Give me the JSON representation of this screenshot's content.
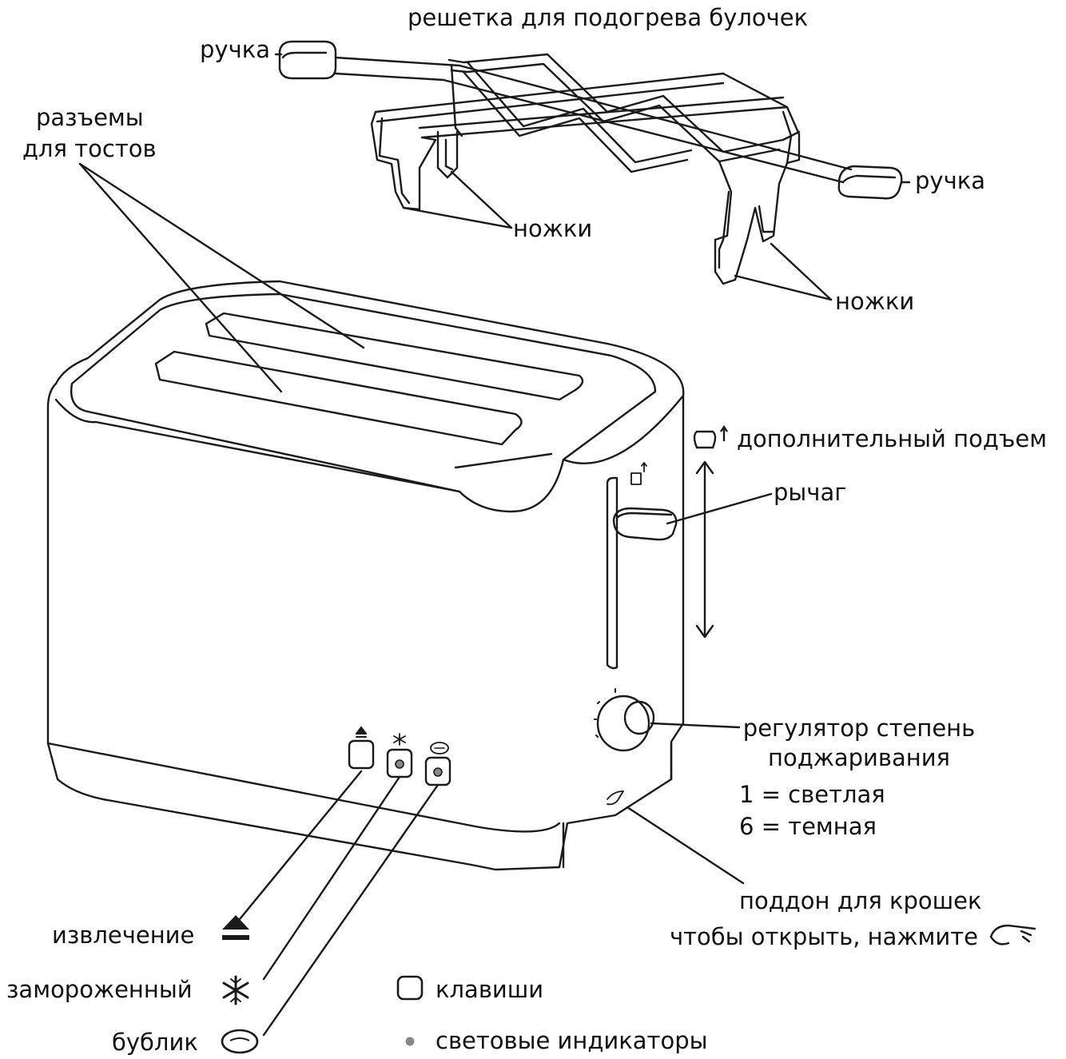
{
  "labels": {
    "rack_title": "решетка для подогрева булочек",
    "handle_left": "ручка",
    "handle_right": "ручка",
    "slots_line1": "разъемы",
    "slots_line2": "для тостов",
    "legs_upper": "ножки",
    "legs_lower": "ножки",
    "extra_lift": "дополнительный подъем",
    "lever": "рычаг",
    "browning_line1": "регулятор степень",
    "browning_line2": "поджаривания",
    "browning_line3": "1 = светлая",
    "browning_line4": "6 = темная",
    "crumb_line1": "поддон для крошек",
    "crumb_line2": "чтобы открыть, нажмите",
    "eject": "извлечение",
    "frozen": "замороженный",
    "bagel": "бублик",
    "keys": "клавиши",
    "indicators": "световые индикаторы"
  },
  "icons": {
    "eject": "eject-icon",
    "frozen": "snowflake-icon",
    "bagel": "bagel-icon",
    "key": "key-icon",
    "indicator": "indicator-light-icon",
    "press": "pointing-hand-icon",
    "lift": "toast-lift-icon"
  },
  "colors": {
    "line": "#1a1a1a",
    "indicator": "#888888",
    "background": "#ffffff"
  }
}
